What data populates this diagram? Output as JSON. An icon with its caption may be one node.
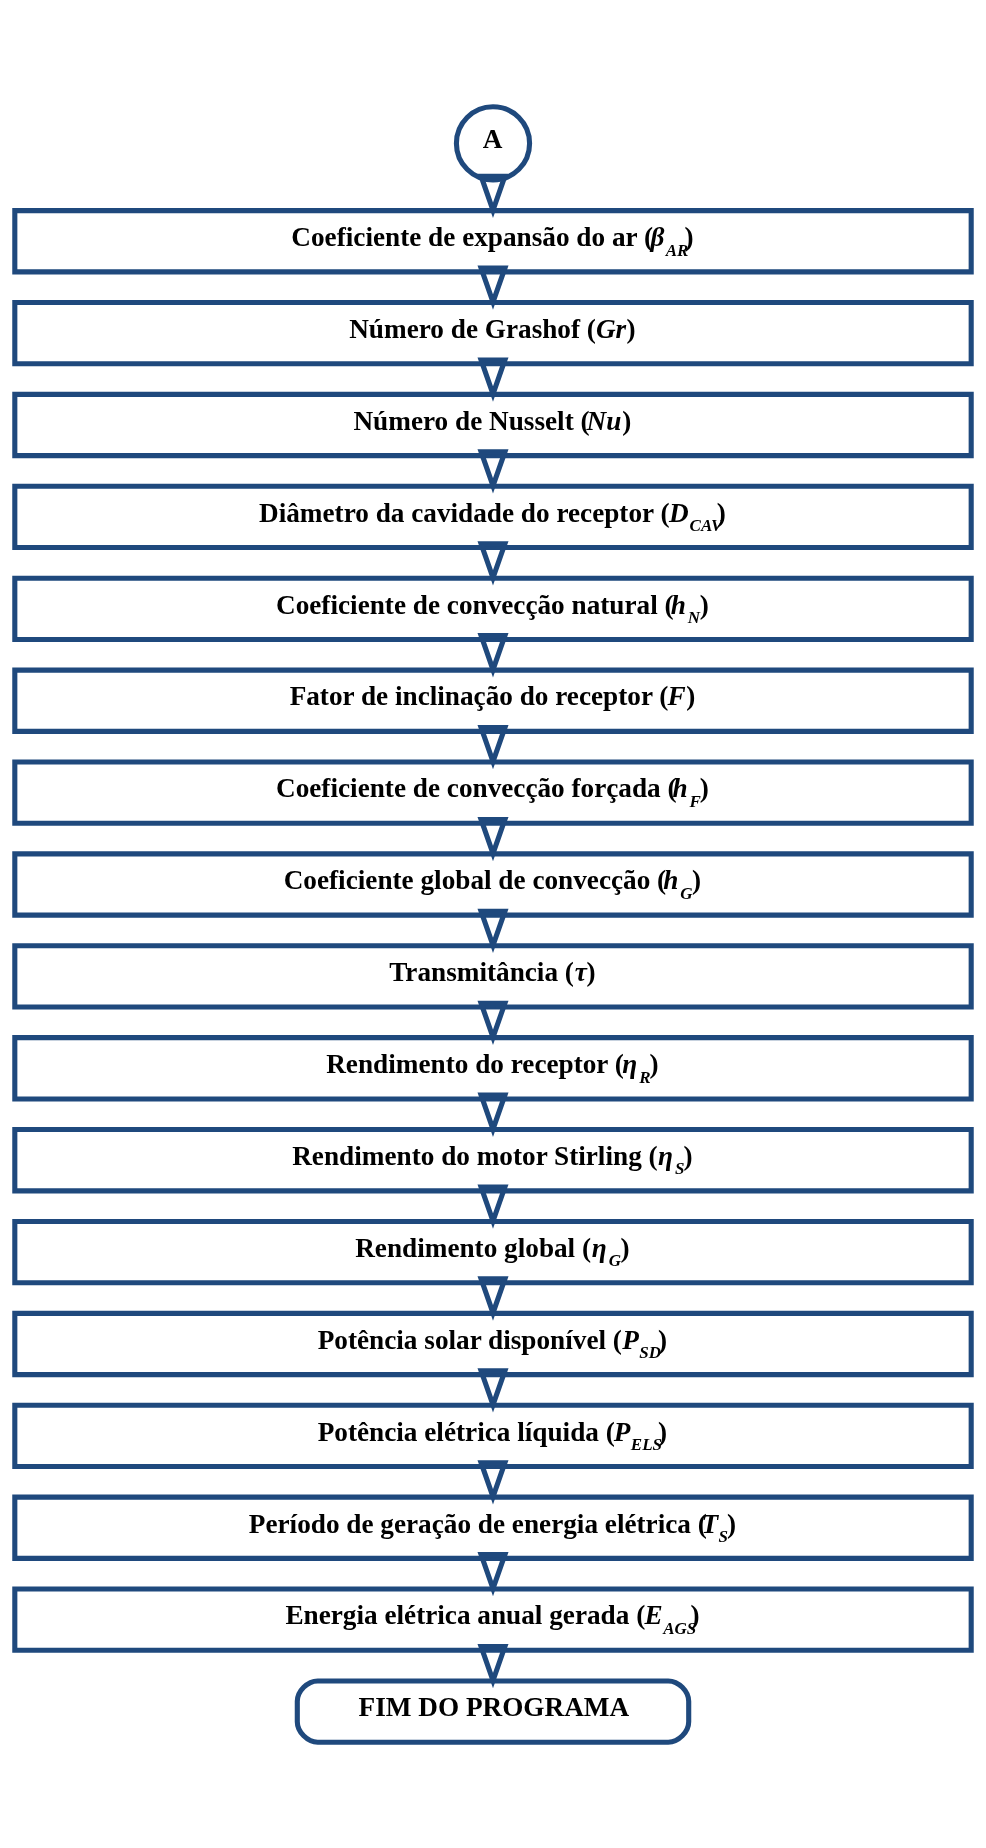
{
  "diagram": {
    "nodes": [
      {
        "text": [
          "A"
        ]
      },
      {
        "text": [
          "Coeficiente de expansão do ar (*β*$_{AR}$)"
        ]
      },
      {
        "text": [
          "Número de Grashof (*Gr*)"
        ]
      },
      {
        "text": [
          "Número de Nusselt (*Nu*)"
        ]
      },
      {
        "text": [
          "Diâmetro da cavidade do receptor (*D*$_{CAV}$)"
        ]
      },
      {
        "text": [
          "Coeficiente de convecção natural (*h*$_{N}$)"
        ]
      },
      {
        "text": [
          "Fator de inclinação do receptor (*F*)"
        ]
      },
      {
        "text": [
          "Coeficiente de convecção forçada (*h*$_{F}$)"
        ]
      },
      {
        "text": [
          "Coeficiente global de convecção (*h*$_{G}$)"
        ]
      },
      {
        "text": [
          "Transmitância (*τ*)"
        ]
      },
      {
        "text": [
          "Rendimento do receptor (*η*$_{R}$)"
        ]
      },
      {
        "text": [
          "Rendimento do motor Stirling (*η*$_{S}$)"
        ]
      },
      {
        "text": [
          "Rendimento global (*η*$_{G}$)"
        ]
      },
      {
        "text": [
          "Potência solar disponível (*P*$_{SD}$)"
        ]
      },
      {
        "text": [
          "Potência elétrica líquida (*P*$_{ELS}$)"
        ]
      },
      {
        "text": [
          "Período de geração de energia elétrica (*T*$_{S}$)"
        ]
      },
      {
        "text": [
          "Energia elétrica anual gerada (*E*$_{AGS}$)"
        ]
      },
      {
        "text": [
          "FIM DO PROGRAMA"
        ]
      }
    ],
    "edges": [
      {
        "from": 0,
        "to": 1,
        "arrow": "to"
      },
      {
        "from": 1,
        "to": 2,
        "arrow": "to"
      },
      {
        "from": 2,
        "to": 3,
        "arrow": "to"
      },
      {
        "from": 3,
        "to": 4,
        "arrow": "to"
      },
      {
        "from": 4,
        "to": 5,
        "arrow": "to"
      },
      {
        "from": 5,
        "to": 6,
        "arrow": "to"
      },
      {
        "from": 6,
        "to": 7,
        "arrow": "to"
      },
      {
        "from": 7,
        "to": 8,
        "arrow": "to"
      },
      {
        "from": 8,
        "to": 9,
        "arrow": "to"
      },
      {
        "from": 9,
        "to": 10,
        "arrow": "to"
      },
      {
        "from": 10,
        "to": 11,
        "arrow": "to"
      },
      {
        "from": 11,
        "to": 12,
        "arrow": "to"
      },
      {
        "from": 12,
        "to": 13,
        "arrow": "to"
      },
      {
        "from": 13,
        "to": 14,
        "arrow": "to"
      },
      {
        "from": 14,
        "to": 15,
        "arrow": "to"
      },
      {
        "from": 15,
        "to": 16,
        "arrow": "to"
      },
      {
        "from": 16,
        "to": 17,
        "arrow": "to"
      }
    ]
  }
}
